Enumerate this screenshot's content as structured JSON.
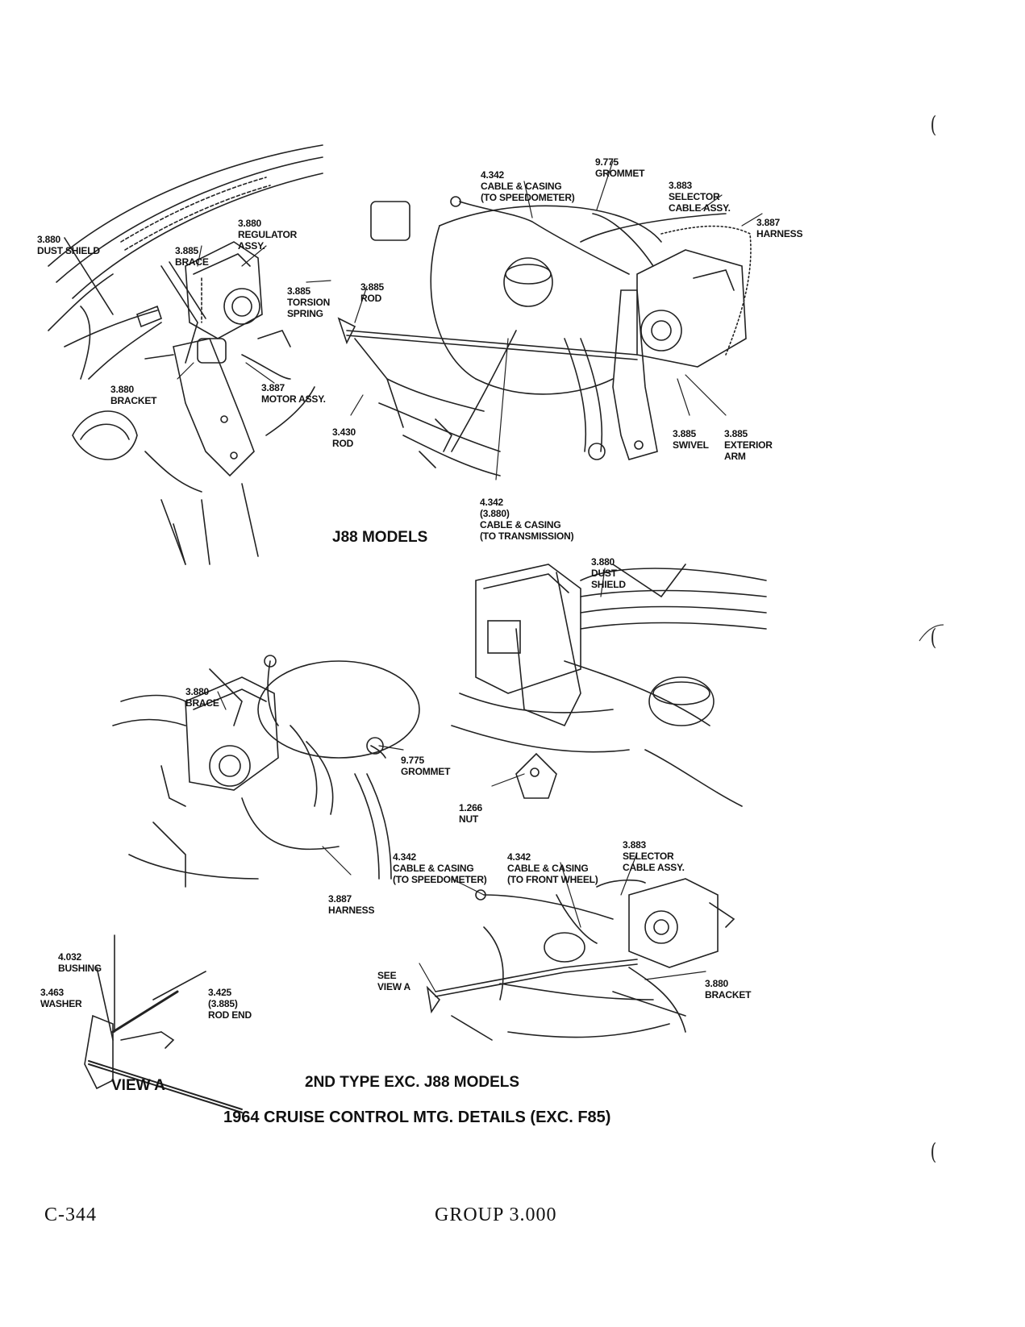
{
  "j88": {
    "dust_shield_num": "3.880",
    "dust_shield_txt": "DUST SHIELD",
    "regulator_num": "3.880",
    "regulator_l1": "REGULATOR",
    "regulator_l2": "ASSY.",
    "brace_num": "3.885",
    "brace_txt": "BRACE",
    "torsion_num": "3.885",
    "torsion_l1": "TORSION",
    "torsion_l2": "SPRING",
    "bracket_num": "3.880",
    "bracket_txt": "BRACKET",
    "motor_num": "3.887",
    "motor_txt": "MOTOR ASSY.",
    "rod_num": "3.885",
    "rod_txt": "ROD",
    "rod2_num": "3.430",
    "rod2_txt": "ROD",
    "speedo_num": "4.342",
    "speedo_l1": "CABLE & CASING",
    "speedo_l2": "(TO SPEEDOMETER)",
    "grommet_num": "9.775",
    "grommet_txt": "GROMMET",
    "selector_num": "3.883",
    "selector_l1": "SELECTOR",
    "selector_l2": "CABLE ASSY.",
    "harness_num": "3.887",
    "harness_txt": "HARNESS",
    "swivel_num": "3.885",
    "swivel_txt": "SWIVEL",
    "exterior_num": "3.885",
    "exterior_l1": "EXTERIOR",
    "exterior_l2": "ARM",
    "trans_num": "4.342",
    "trans_num2": "(3.880)",
    "trans_l1": "CABLE & CASING",
    "trans_l2": "(TO TRANSMISSION)",
    "heading": "J88 MODELS"
  },
  "second": {
    "dust_num": "3.880",
    "dust_l1": "DUST",
    "dust_l2": "SHIELD",
    "brace_num": "3.880",
    "brace_txt": "BRACE",
    "grommet_num": "9.775",
    "grommet_txt": "GROMMET",
    "nut_num": "1.266",
    "nut_txt": "NUT",
    "harness_num": "3.887",
    "harness_txt": "HARNESS",
    "speedo_num": "4.342",
    "speedo_l1": "CABLE & CASING",
    "speedo_l2": "(TO SPEEDOMETER)",
    "front_num": "4.342",
    "front_l1": "CABLE & CASING",
    "front_l2": "(TO FRONT WHEEL)",
    "selector_num": "3.883",
    "selector_l1": "SELECTOR",
    "selector_l2": "CABLE ASSY.",
    "bracket_num": "3.880",
    "bracket_txt": "BRACKET",
    "see_l1": "SEE",
    "see_l2": "VIEW A",
    "heading": "2ND TYPE EXC. J88 MODELS"
  },
  "view_a": {
    "bushing_num": "4.032",
    "bushing_txt": "BUSHING",
    "washer_num": "3.463",
    "washer_txt": "WASHER",
    "rodend_num": "3.425",
    "rodend_num2": "(3.885)",
    "rodend_txt": "ROD END",
    "heading": "VIEW A"
  },
  "caption": "1964 CRUISE CONTROL MTG. DETAILS (EXC. F85)",
  "footer": {
    "page": "C-344",
    "group": "GROUP 3.000"
  }
}
